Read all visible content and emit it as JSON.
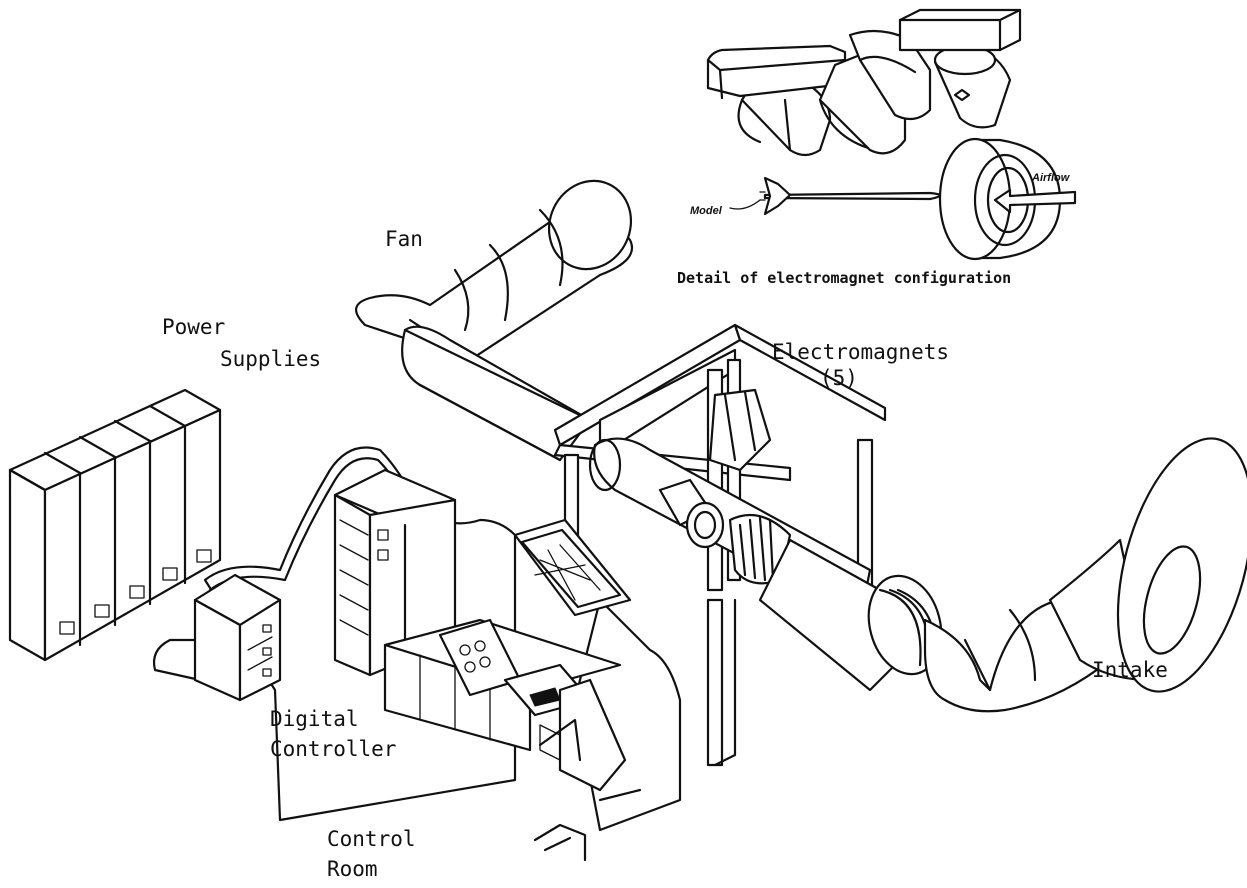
{
  "labels": {
    "fan": "Fan",
    "power_supplies_line1": "Power",
    "power_supplies_line2": "Supplies",
    "electromagnets_line1": "Electromagnets",
    "electromagnets_line2": "(5)",
    "intake": "Intake",
    "digital_controller_line1": "Digital",
    "digital_controller_line2": "Controller",
    "control_room_line1": "Control",
    "control_room_line2": "Room",
    "detail_caption": "Detail of electromagnet configuration",
    "model": "Model",
    "airflow": "Airflow"
  }
}
